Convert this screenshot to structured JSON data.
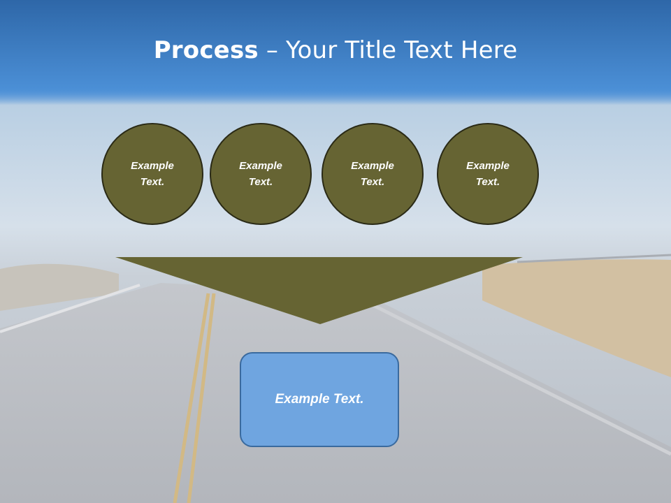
{
  "slide": {
    "title_bold": "Process",
    "title_rest": " – Your Title Text Here"
  },
  "steps": [
    {
      "label": "Example Text."
    },
    {
      "label": "Example Text."
    },
    {
      "label": "Example Text."
    },
    {
      "label": "Example Text."
    }
  ],
  "result": {
    "label": "Example Text."
  },
  "colors": {
    "circle_fill": "#666433",
    "funnel_fill": "#666433",
    "box_fill": "#6fa5e0",
    "title_band": "#3f7fc8"
  }
}
